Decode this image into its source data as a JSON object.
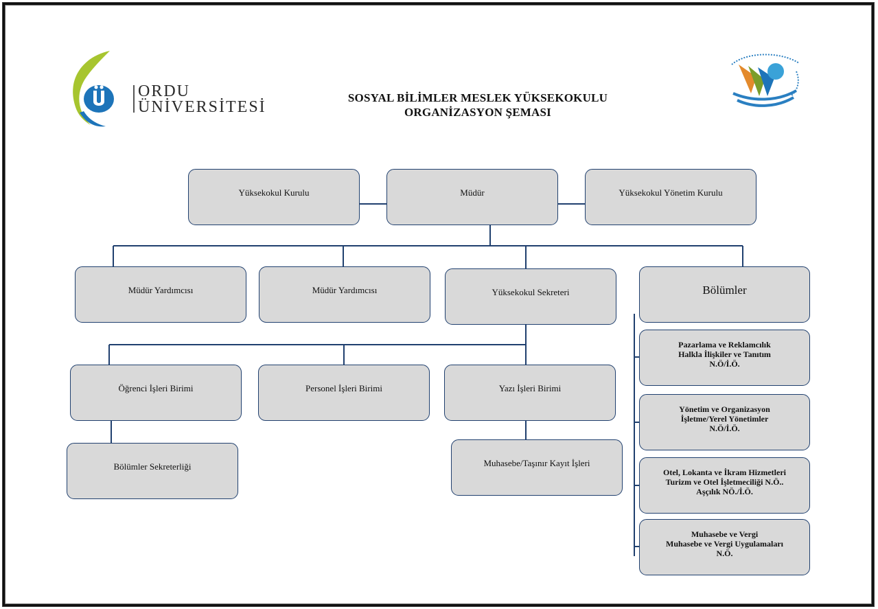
{
  "header": {
    "university_logo_line1": "ORDU",
    "university_logo_line2": "ÜNİVERSİTESİ",
    "title_line1": "SOSYAL BİLİMLER MESLEK YÜKSEKOKULU",
    "title_line2": "ORGANİZASYON ŞEMASI"
  },
  "chart": {
    "top_row": [
      "Yüksekokul Kurulu",
      "Müdür",
      "Yüksekokul Yönetim Kurulu"
    ],
    "second_row": [
      "Müdür Yardımcısı",
      "Müdür Yardımcısı",
      "Yüksekokul Sekreteri",
      "Bölümler"
    ],
    "secretary_units": [
      "Öğrenci İşleri Birimi",
      "Personel İşleri Birimi",
      "Yazı İşleri Birimi"
    ],
    "sub_units": {
      "student_affairs_child": "Bölümler Sekreterliği",
      "writing_affairs_child": "Muhasebe/Taşınır Kayıt İşleri"
    },
    "departments": [
      [
        "Pazarlama ve Reklamcılık",
        "Halkla İlişkiler ve Tanıtım",
        "N.Ö/İ.Ö."
      ],
      [
        "Yönetim ve Organizasyon",
        "İşletme/Yerel Yönetimler",
        "N.Ö/İ.Ö."
      ],
      [
        "Otel, Lokanta ve İkram Hizmetleri",
        "Turizm ve Otel İşletmeciliği N.Ö..",
        "Aşçılık NÖ./İ.Ö."
      ],
      [
        "Muhasebe ve Vergi",
        "Muhasebe ve Vergi Uygulamaları",
        "N.Ö."
      ]
    ]
  },
  "colors": {
    "box_fill": "#d9d9d9",
    "connector": "#1f3f6e",
    "logo_green": "#a7c52f",
    "logo_blue": "#1d74b9"
  }
}
